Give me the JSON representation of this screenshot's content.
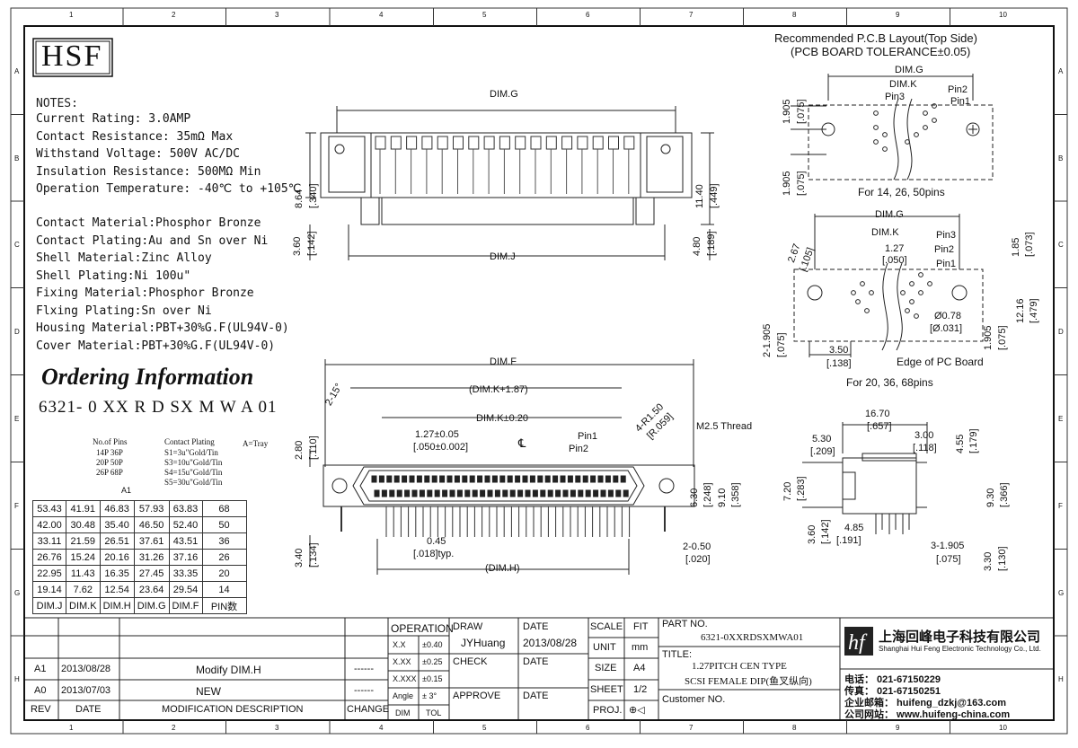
{
  "logo": "HSF",
  "notes_title": "NOTES:",
  "notes": [
    "Current Rating: 3.0AMP",
    "Contact Resistance: 35mΩ Max",
    "Withstand Voltage: 500V AC/DC",
    "Insulation Resistance: 500MΩ Min",
    "Operation Temperature: -40℃ to +105℃"
  ],
  "materials": [
    "Contact Material:Phosphor Bronze",
    "Contact Plating:Au and Sn over Ni",
    "Shell Material:Zinc Alloy",
    "Shell Plating:Ni 100u\"",
    "Fixing Material:Phosphor Bronze",
    "Flxing Plating:Sn over Ni",
    "Housing Material:PBT+30%G.F(UL94V-0)",
    "Cover Material:PBT+30%G.F(UL94V-0)"
  ],
  "ordering": {
    "title": "Ordering Information",
    "code": "6321- 0 XX R D SX M W A 01",
    "pins_title": "No.of Pins",
    "pins": [
      "14P 36P",
      "20P 50P",
      "26P 68P"
    ],
    "plating_title": "Contact Plating",
    "plating": [
      "S1=3u\"Gold/Tin",
      "S3=10u\"Gold/Tin",
      "S4=15u\"Gold/Tin",
      "S5=30u\"Gold/Tin"
    ],
    "tray": "A=Tray",
    "revision_mark": "A1"
  },
  "dim_table": {
    "rows": [
      [
        "53.43",
        "41.91",
        "46.83",
        "57.93",
        "63.83",
        "68"
      ],
      [
        "42.00",
        "30.48",
        "35.40",
        "46.50",
        "52.40",
        "50"
      ],
      [
        "33.11",
        "21.59",
        "26.51",
        "37.61",
        "43.51",
        "36"
      ],
      [
        "26.76",
        "15.24",
        "20.16",
        "31.26",
        "37.16",
        "26"
      ],
      [
        "22.95",
        "11.43",
        "16.35",
        "27.45",
        "33.35",
        "20"
      ],
      [
        "19.14",
        "7.62",
        "12.54",
        "23.64",
        "29.54",
        "14"
      ]
    ],
    "header": [
      "DIM.J",
      "DIM.K",
      "DIM.H",
      "DIM.G",
      "DIM.F",
      "PIN数"
    ]
  },
  "pcb": {
    "title1": "Recommended P.C.B Layout(Top Side)",
    "title2": "(PCB BOARD TOLERANCE±0.05)",
    "caption1": "For 14, 26, 50pins",
    "caption2": "For 20, 36, 68pins",
    "edge": "Edge of PC Board"
  },
  "labels": {
    "dimG": "DIM.G",
    "dimJ": "DIM.J",
    "dimF": "DIM.F",
    "dimH": "(DIM.H)",
    "dimK": "DIM.K",
    "dimK187": "(DIM.K+1.87)",
    "dimK020": "DIM.K±0.20",
    "d864": "8.64",
    "d340": "[.340]",
    "d1140": "11.40",
    "d449": "[.449]",
    "d360": "3.60",
    "d142": "[.142]",
    "d480": "4.80",
    "d189": "[.189]",
    "d127a": "1.27±0.05",
    "d050a": "[.050±0.002]",
    "cl": "℄",
    "pin1": "Pin1",
    "pin2": "Pin2",
    "pin3": "Pin3",
    "r150": "4-R1.50",
    "r059": "[R.059]",
    "m25": "M2.5 Thread",
    "d280": "2.80",
    "d110": "[.110]",
    "d215": "2-15°",
    "d630": "6.30",
    "d248": "[.248]",
    "d910": "9.10",
    "d358": "[.358]",
    "d340b": "3.40",
    "d134": "[.134]",
    "d045": "0.45",
    "d018": "[.018]typ.",
    "d050b": "2-0.50",
    "d020": "[.020]",
    "d1905": "1.905",
    "d075": "[.075]",
    "d267": "2.67",
    "d105": "[.105]",
    "d127": "1.27",
    "d050": "[.050]",
    "d185": "1.85",
    "d073": "[.073]",
    "d1216": "12.16",
    "d479": "[.479]",
    "d078": "Ø0.78",
    "d031": "[Ø.031]",
    "d21905": "2-1.905",
    "d350": "3.50",
    "d138": "[.138]",
    "d1670": "16.70",
    "d657": "[.657]",
    "d530": "5.30",
    "d209": "[.209]",
    "d300": "3.00",
    "d118": "[.118]",
    "d455": "4.55",
    "d179": "[.179]",
    "d720": "7.20",
    "d283": "[.283]",
    "d930": "9.30",
    "d366": "[.366]",
    "d360b": "3.60",
    "d142b": "[.142]",
    "d485": "4.85",
    "d191": "[.191]",
    "d31905": "3-1.905",
    "d075b": "[.075]",
    "d330": "3.30",
    "d130": "[.130]"
  },
  "grid": {
    "cols": [
      "1",
      "2",
      "3",
      "4",
      "5",
      "6",
      "7",
      "8",
      "9",
      "10"
    ],
    "rows": [
      "A",
      "B",
      "C",
      "D",
      "E",
      "F",
      "G",
      "H"
    ]
  },
  "title_block": {
    "revs": [
      {
        "rev": "A1",
        "date": "2013/08/28",
        "desc": "Modify DIM.H",
        "change": "------"
      },
      {
        "rev": "A0",
        "date": "2013/07/03",
        "desc": "NEW",
        "change": "------"
      }
    ],
    "rev_hdr": "REV",
    "date_hdr": "DATE",
    "mod_hdr": "MODIFICATION DESCRIPTION",
    "change_hdr": "CHANGE",
    "operation": "OPERATION",
    "tol": [
      [
        "X.X",
        "±0.40"
      ],
      [
        "X.XX",
        "±0.25"
      ],
      [
        "X.XXX",
        "±0.15"
      ],
      [
        "Angle",
        "± 3°"
      ]
    ],
    "dim": "DIM",
    "tol_hdr": "TOL",
    "draw": "DRAW",
    "draw_name": "JYHuang",
    "date1": "DATE",
    "date1_val": "2013/08/28",
    "check": "CHECK",
    "date2": "DATE",
    "approve": "APPROVE",
    "date3": "DATE",
    "scale": "SCALE",
    "fit": "FIT",
    "unit": "UNIT",
    "unit_val": "mm",
    "size": "SIZE",
    "size_val": "A4",
    "sheet": "SHEET",
    "sheet_val": "1/2",
    "proj": "PROJ.",
    "partno": "PART NO.",
    "partno_val": "6321-0XXRDSXMWA01",
    "title_lbl": "TITLE:",
    "title1": "1.27PITCH CEN TYPE",
    "title2": "SCSI FEMALE DIP(鱼叉纵向)",
    "customer": "Customer NO.",
    "company_cn": "上海回峰电子科技有限公司",
    "company_en": "Shanghai Hui Feng Electronic Technology Co., Ltd.",
    "tel": "电话： 021-67150229",
    "fax": "传真： 021-67150251",
    "email": "企业邮箱： huifeng_dzkj@163.com",
    "web": "公司网站： www.huifeng-china.com"
  }
}
